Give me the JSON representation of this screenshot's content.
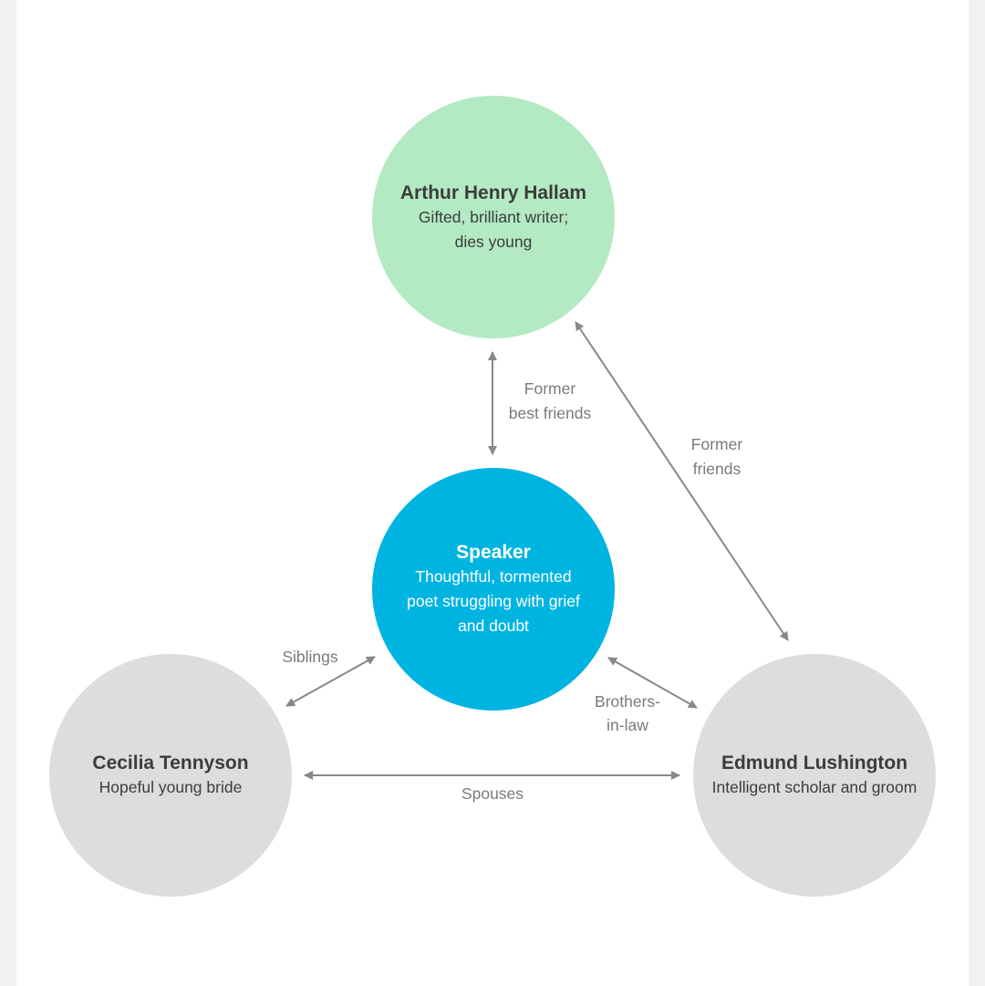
{
  "nodes": {
    "hallam": {
      "name": "Arthur Henry Hallam",
      "description": "Gifted, brilliant writer; dies young",
      "color": "#b3eac3"
    },
    "speaker": {
      "name": "Speaker",
      "description": "Thoughtful, tormented poet struggling with grief and doubt",
      "color": "#00b4e1"
    },
    "cecilia": {
      "name": "Cecilia Tennyson",
      "description": "Hopeful young bride",
      "color": "#dddddd"
    },
    "edmund": {
      "name": "Edmund Lushington",
      "description": "Intelligent scholar and groom",
      "color": "#dddddd"
    }
  },
  "relationships": {
    "speaker_hallam": "Former\nbest friends",
    "hallam_edmund": "Former\nfriends",
    "speaker_cecilia": "Siblings",
    "speaker_edmund": "Brothers-\nin-law",
    "cecilia_edmund": "Spouses"
  },
  "colors": {
    "arrow": "#888888",
    "label": "#7a7a7a"
  }
}
